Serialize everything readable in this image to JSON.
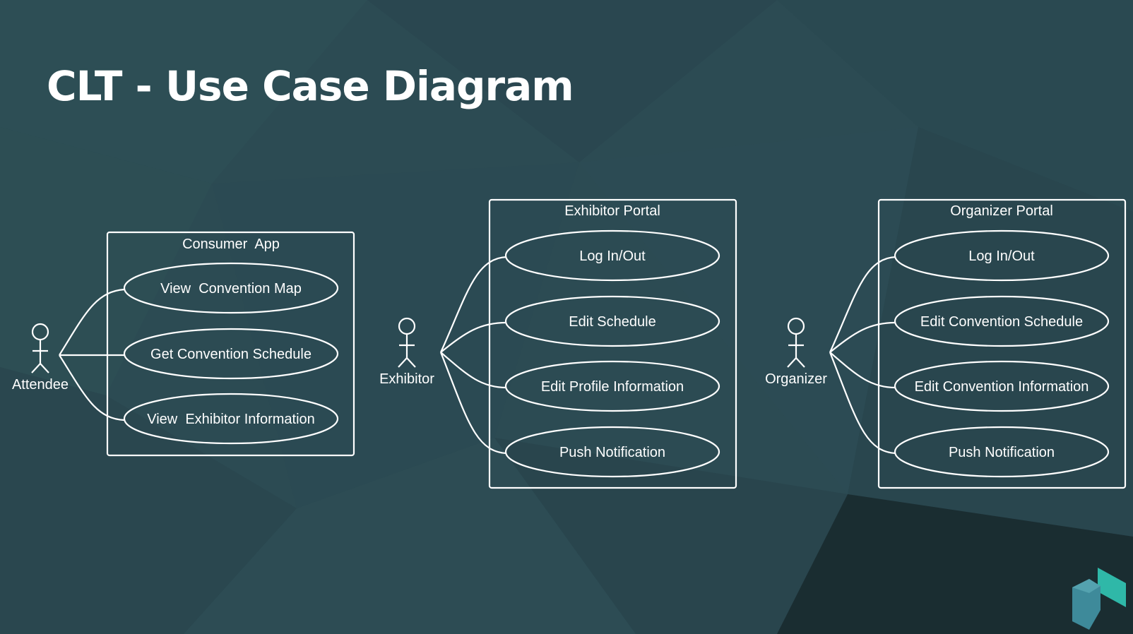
{
  "title": "CLT - Use Case Diagram",
  "colors": {
    "background": "#2c4b53",
    "foreground": "#ffffff",
    "logo_light": "#2fb8a8",
    "logo_dark": "#3e8a9a"
  },
  "systems": [
    {
      "name": "Consumer  App",
      "actor": "Attendee",
      "use_cases": [
        "View  Convention Map",
        "Get Convention Schedule",
        "View  Exhibitor Information"
      ]
    },
    {
      "name": "Exhibitor Portal",
      "actor": "Exhibitor",
      "use_cases": [
        "Log In/Out",
        "Edit Schedule",
        "Edit Profile Information",
        "Push Notification"
      ]
    },
    {
      "name": "Organizer Portal",
      "actor": "Organizer",
      "use_cases": [
        "Log In/Out",
        "Edit Convention Schedule",
        "Edit Convention Information",
        "Push Notification"
      ]
    }
  ],
  "logo_icon": "cube-logo-icon"
}
